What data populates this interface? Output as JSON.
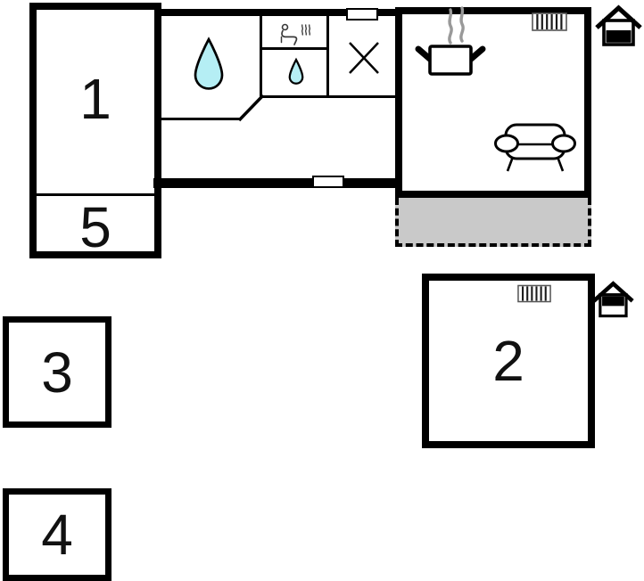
{
  "floorplan": {
    "title": "holiday-home floor plan",
    "rooms": [
      {
        "id": "room-1",
        "label": "1"
      },
      {
        "id": "room-2",
        "label": "2"
      },
      {
        "id": "room-3",
        "label": "3"
      },
      {
        "id": "room-4",
        "label": "4"
      },
      {
        "id": "room-5",
        "label": "5"
      }
    ],
    "colors": {
      "wall": "#000000",
      "paper": "#ffffff",
      "water": "#b5eef4",
      "terrace": "#c9c9c9",
      "steam": "#999999"
    },
    "icons": {
      "water-drop-large-icon": "teardrop (bathroom)",
      "water-drop-small-icon": "teardrop (washbasin)",
      "sauna-shower-icon": "seated person with steam",
      "hob-x-icon": "diagonal cross",
      "cooking-pot-icon": "steaming pot (kitchen)",
      "radiator-icon": "barred rectangle heater",
      "sofa-icon": "sofa with armrests",
      "house-entrance-top-icon": "house, lower half filled",
      "house-entrance-room2-icon": "house, upper half filled",
      "window-marker": "white rectangle in wall",
      "terrace-area": "grey dashed rectangle"
    }
  }
}
